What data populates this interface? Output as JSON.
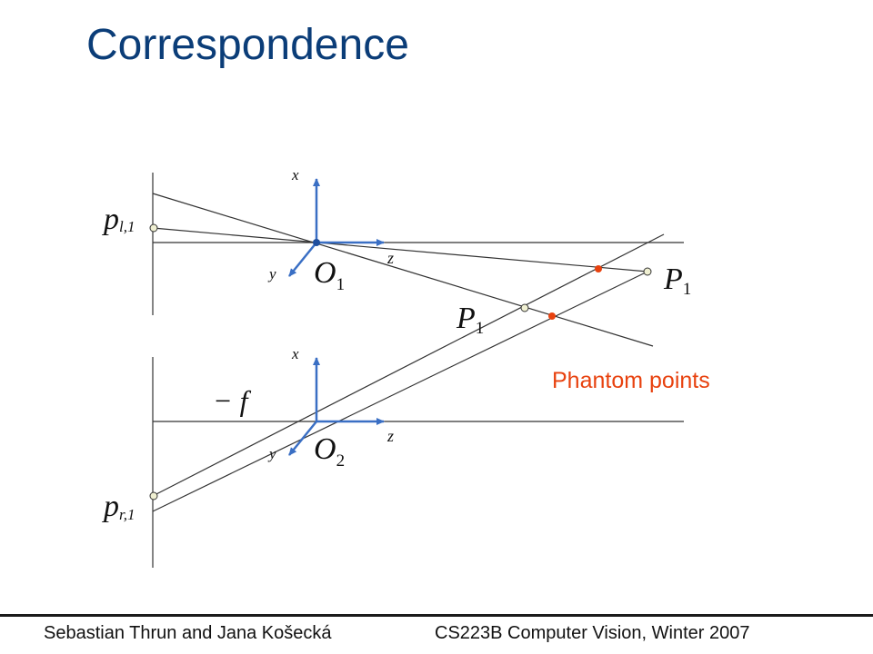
{
  "slide": {
    "title": "Correspondence",
    "footer_left": "Sebastian Thrun and Jana Košecká",
    "footer_right": "CS223B Computer Vision, Winter 2007"
  },
  "diagram": {
    "camera1": {
      "axis_x": "x",
      "axis_y": "y",
      "axis_z": "z",
      "origin_main": "O",
      "origin_sub": "1",
      "image_point_main": "p",
      "image_point_sub": "l,1"
    },
    "camera2": {
      "axis_x": "x",
      "axis_y": "y",
      "axis_z": "z",
      "origin_main": "O",
      "origin_sub": "2",
      "image_point_main": "p",
      "image_point_sub": "r,1",
      "focal_label": "− f"
    },
    "point_labels": [
      {
        "main": "P",
        "sub": "1"
      },
      {
        "main": "P",
        "sub": "1"
      }
    ],
    "phantom_label": "Phantom points",
    "colors": {
      "axis_blue": "#3a6fc4",
      "phantom_red": "#e8420f",
      "real_point_fill": "#f0f0d2",
      "line": "#333333"
    }
  }
}
